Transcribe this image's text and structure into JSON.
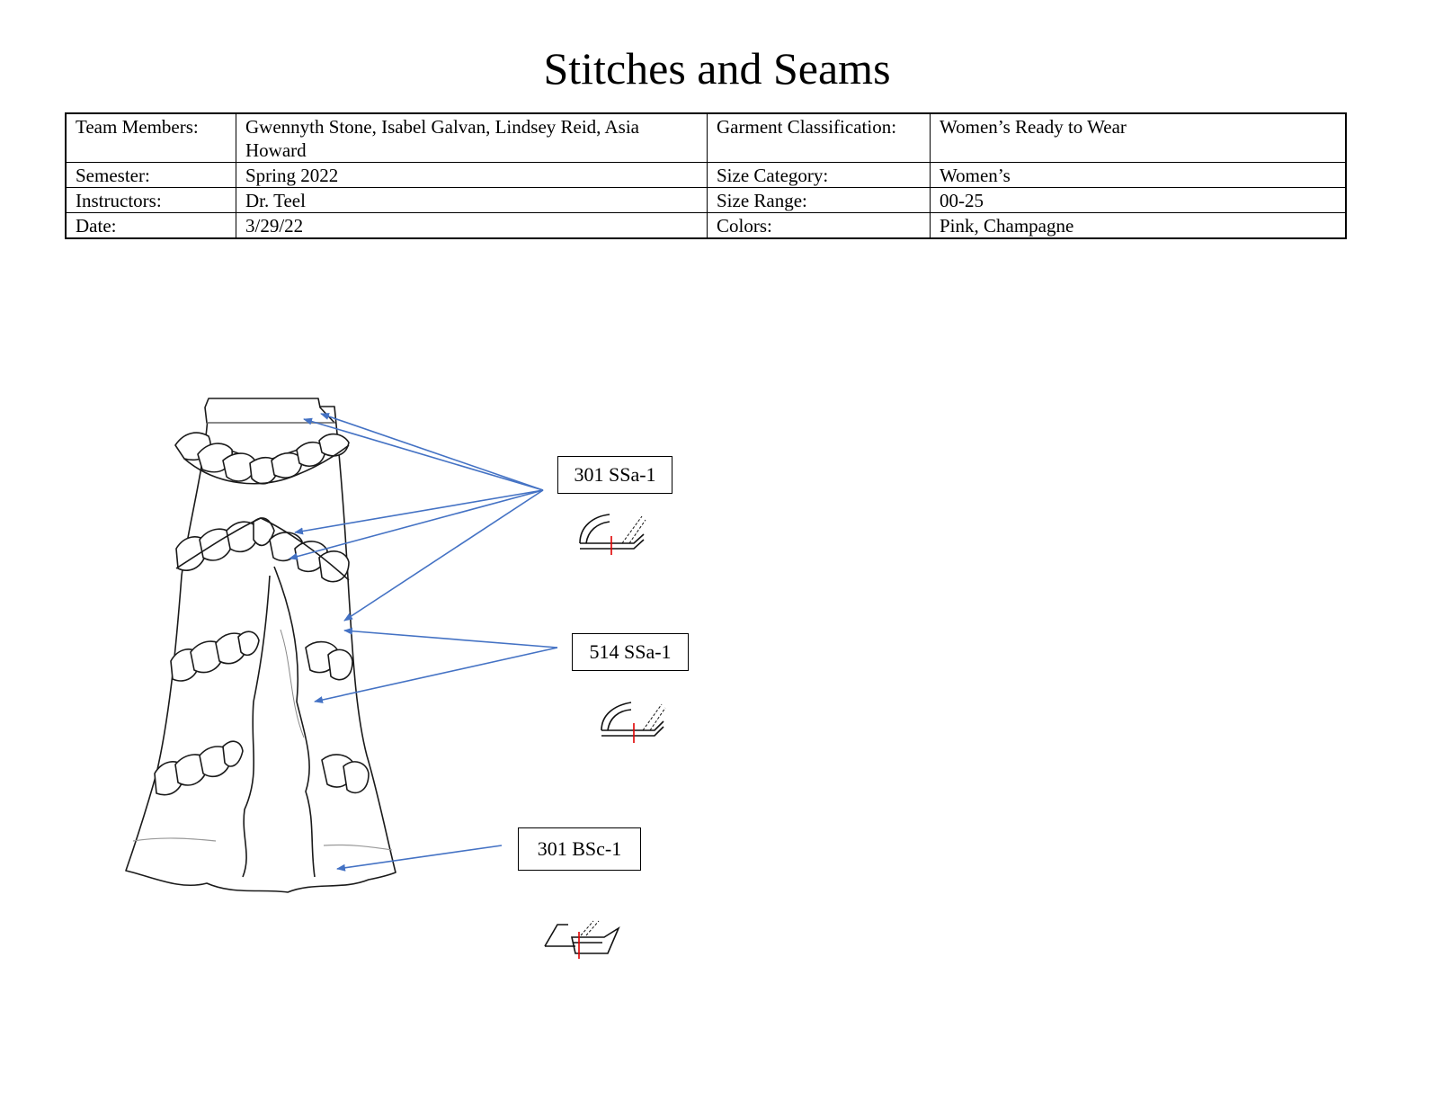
{
  "title": "Stitches and Seams",
  "spec": {
    "team_label": "Team Members:",
    "team_value": "Gwennyth Stone, Isabel Galvan, Lindsey Reid, Asia Howard",
    "classification_label": "Garment Classification:",
    "classification_value": "Women’s Ready to Wear",
    "semester_label": "Semester:",
    "semester_value": "Spring 2022",
    "size_category_label": "Size Category:",
    "size_category_value": "Women’s",
    "instructors_label": "Instructors:",
    "instructors_value": "Dr. Teel",
    "size_range_label": "Size Range:",
    "size_range_value": "00-25",
    "date_label": "Date:",
    "date_value": "3/29/22",
    "colors_label": "Colors:",
    "colors_value": "Pink, Champagne"
  },
  "callouts": [
    {
      "label": "301 SSa-1"
    },
    {
      "label": "514 SSa-1"
    },
    {
      "label": "301 BSc-1"
    }
  ],
  "colors": {
    "arrow": "#4472c4",
    "stitch_mark": "#e00000",
    "lining_fill": "#cfcfcf"
  }
}
